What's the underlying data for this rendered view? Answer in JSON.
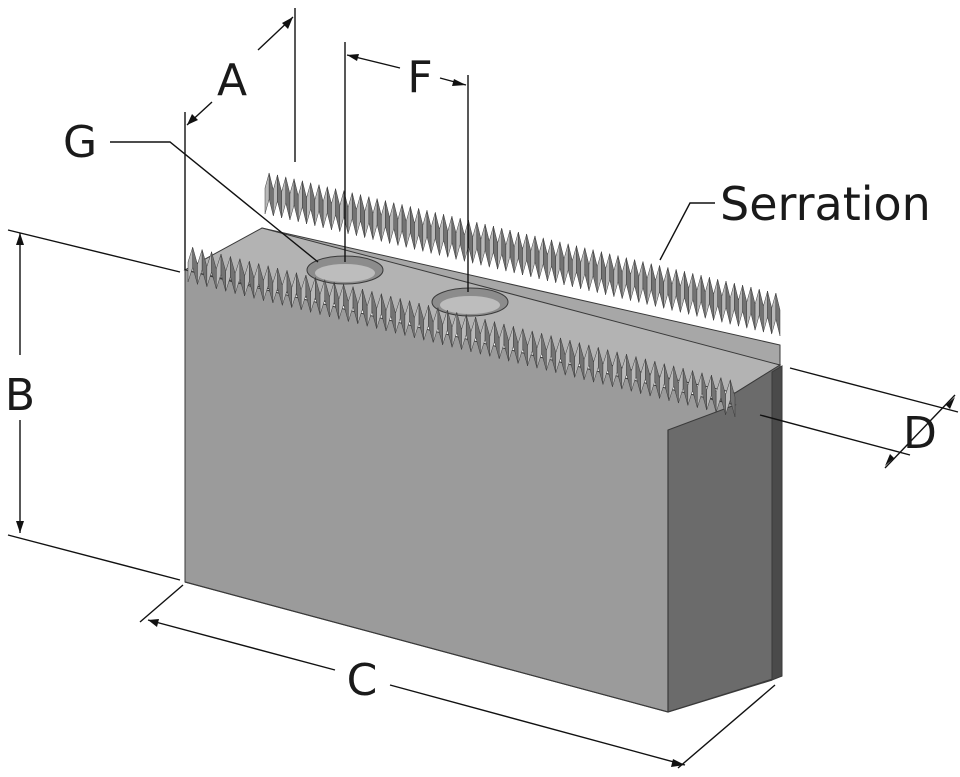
{
  "labels": {
    "a": "A",
    "b": "B",
    "c": "C",
    "d": "D",
    "f": "F",
    "g": "G",
    "serration": "Serration"
  },
  "colors": {
    "front_face": "#9b9b9b",
    "side_face": "#6b6b6b",
    "side_dark": "#4a4a4a",
    "top_face": "#a7a7a7",
    "step_face": "#b3b3b3",
    "tooth_light": "#b9b9b9",
    "tooth_dark": "#737373",
    "edge": "#3a3a3a",
    "dim_line": "#111111"
  }
}
